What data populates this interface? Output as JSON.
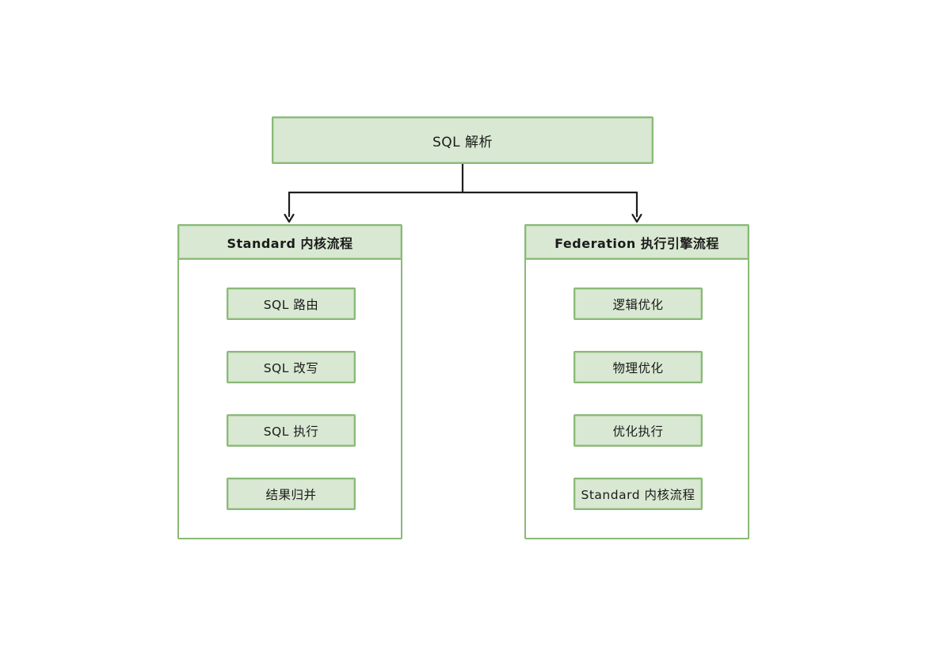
{
  "diagram": {
    "root": {
      "label": "SQL 解析"
    },
    "left_panel": {
      "title": "Standard 内核流程",
      "steps": [
        "SQL 路由",
        "SQL 改写",
        "SQL 执行",
        "结果归并"
      ]
    },
    "right_panel": {
      "title": "Federation 执行引擎流程",
      "steps": [
        "逻辑优化",
        "物理优化",
        "优化执行",
        "Standard 内核流程"
      ]
    },
    "colors": {
      "node_fill": "#d9e8d2",
      "node_border": "#8aba77",
      "green_arrow": "#6db95c",
      "black_connector": "#1e1e1e",
      "text": "#1b1b1b",
      "background": "#ffffff"
    }
  }
}
